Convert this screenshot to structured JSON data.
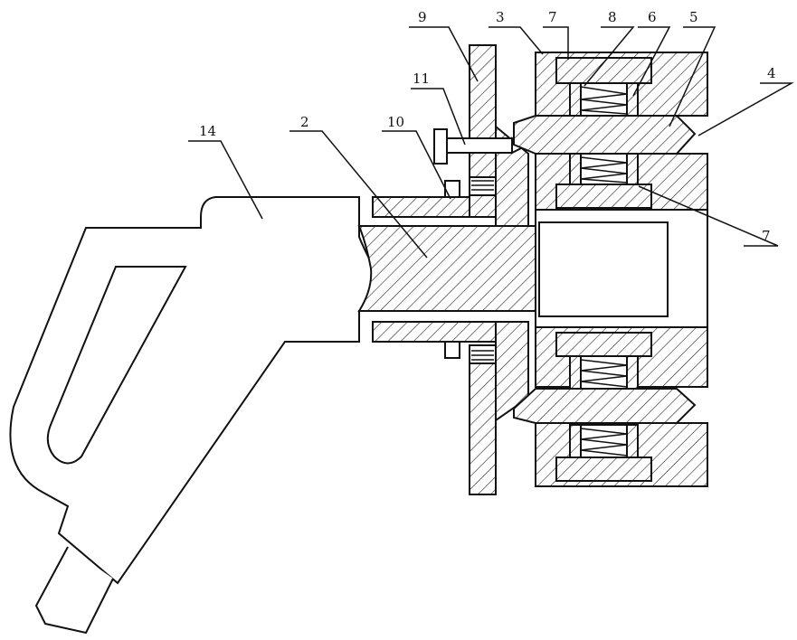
{
  "figure": {
    "labels": [
      {
        "id": "label-9",
        "text": "9"
      },
      {
        "id": "label-3",
        "text": "3"
      },
      {
        "id": "label-7-top",
        "text": "7"
      },
      {
        "id": "label-8",
        "text": "8"
      },
      {
        "id": "label-6",
        "text": "6"
      },
      {
        "id": "label-5",
        "text": "5"
      },
      {
        "id": "label-4",
        "text": "4"
      },
      {
        "id": "label-11",
        "text": "11"
      },
      {
        "id": "label-14",
        "text": "14"
      },
      {
        "id": "label-2",
        "text": "2"
      },
      {
        "id": "label-10",
        "text": "10"
      },
      {
        "id": "label-7-right",
        "text": "7"
      }
    ]
  }
}
